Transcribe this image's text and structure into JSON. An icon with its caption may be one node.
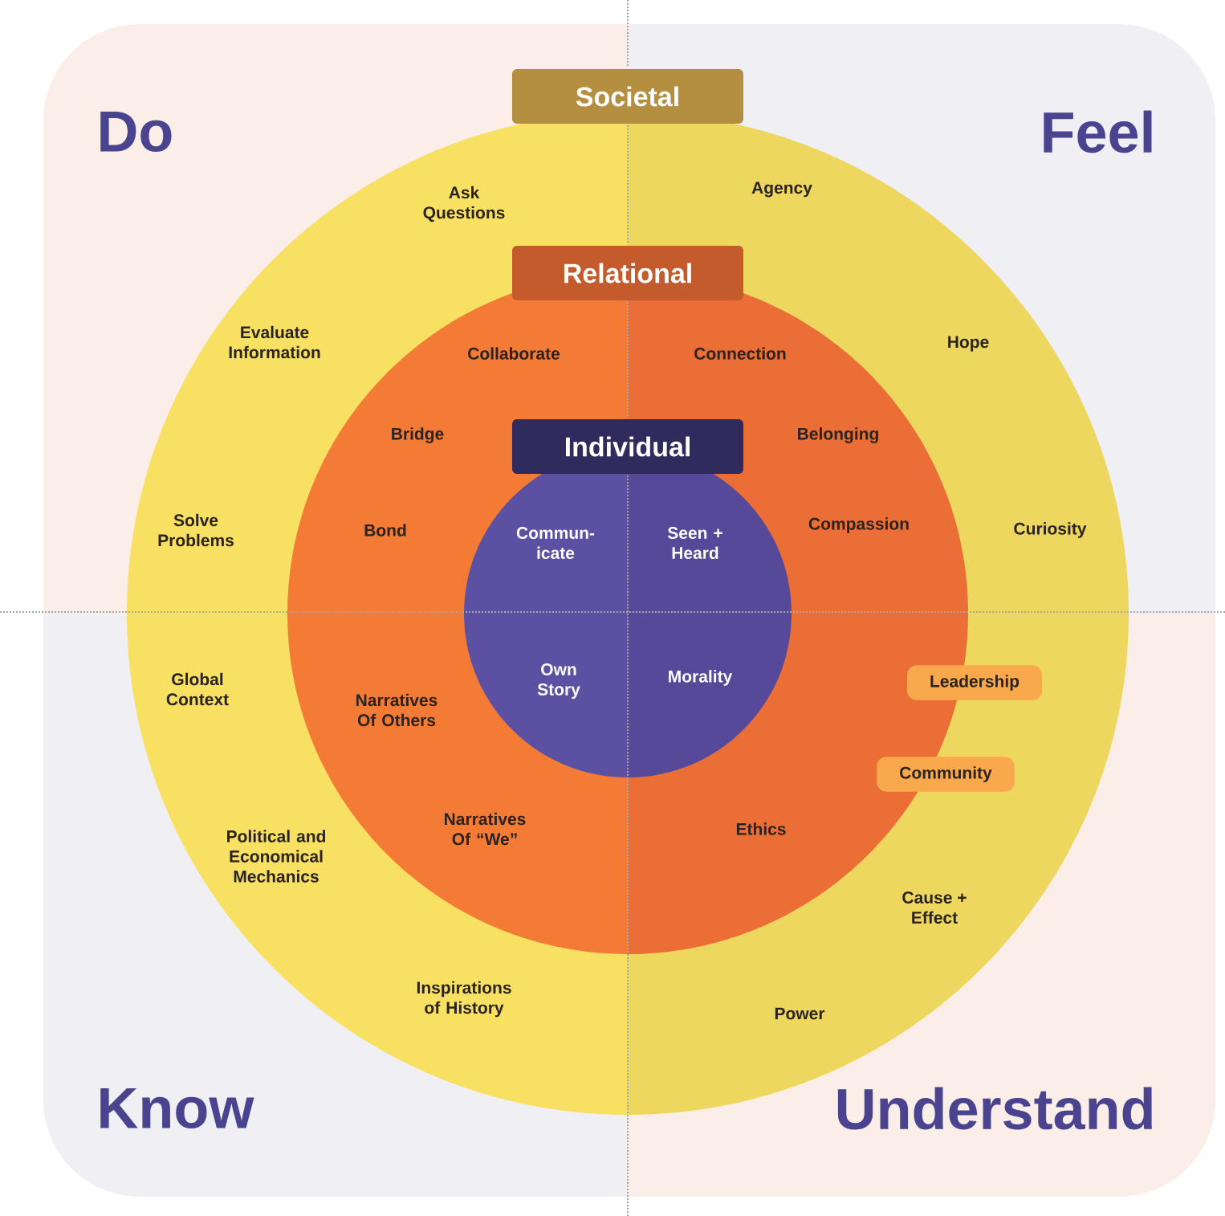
{
  "diagram": {
    "nodes": [
      {
        "text": [
          "Societal"
        ]
      },
      {
        "text": [
          "Relational"
        ],
        "in": 0
      },
      {
        "text": [
          "Individual"
        ],
        "in": 1
      }
    ],
    "labels": [
      "Do",
      "Feel",
      "Ask Questions",
      "Agency",
      "Evaluate Information",
      "Collaborate",
      "Connection",
      "Hope",
      "Bridge",
      "Belonging",
      "Solve Problems",
      "Bond",
      "Commun- icate",
      "Seen + Heard",
      "Compassion",
      "Curiosity",
      "Global Context",
      "Own Story",
      "Morality",
      "Leadership",
      "Narratives Of Others",
      "Community",
      "Political and Economical Mechanics",
      "Narratives Of “We”",
      "Ethics",
      "Cause + Effect",
      "Inspirations of History",
      "Power",
      "Know",
      "Understand"
    ]
  }
}
